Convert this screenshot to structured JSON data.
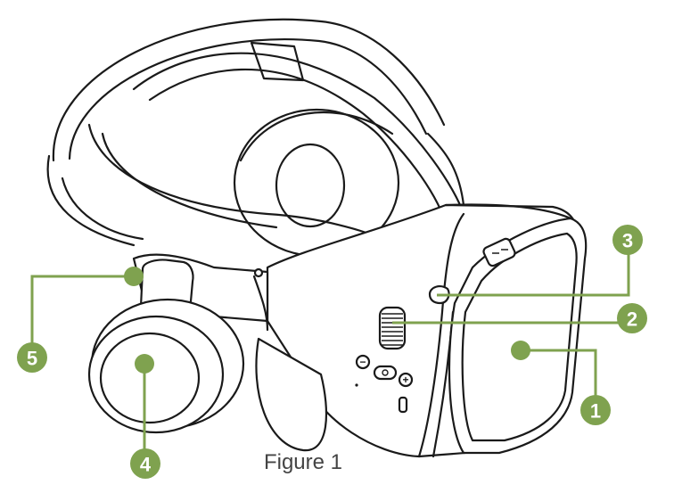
{
  "figure": {
    "caption": "Figure 1",
    "accent_color": "#7fa24f",
    "line_color": "#1a1a1a"
  },
  "callouts": [
    {
      "id": 1,
      "label": "1",
      "part_icon": "lens-area"
    },
    {
      "id": 2,
      "label": "2",
      "part_icon": "focus-wheel"
    },
    {
      "id": 3,
      "label": "3",
      "part_icon": "front-cover-button"
    },
    {
      "id": 4,
      "label": "4",
      "part_icon": "headphone"
    },
    {
      "id": 5,
      "label": "5",
      "part_icon": "head-strap-clip"
    }
  ],
  "side_button_symbols": {
    "minus": "−",
    "plus": "+"
  }
}
